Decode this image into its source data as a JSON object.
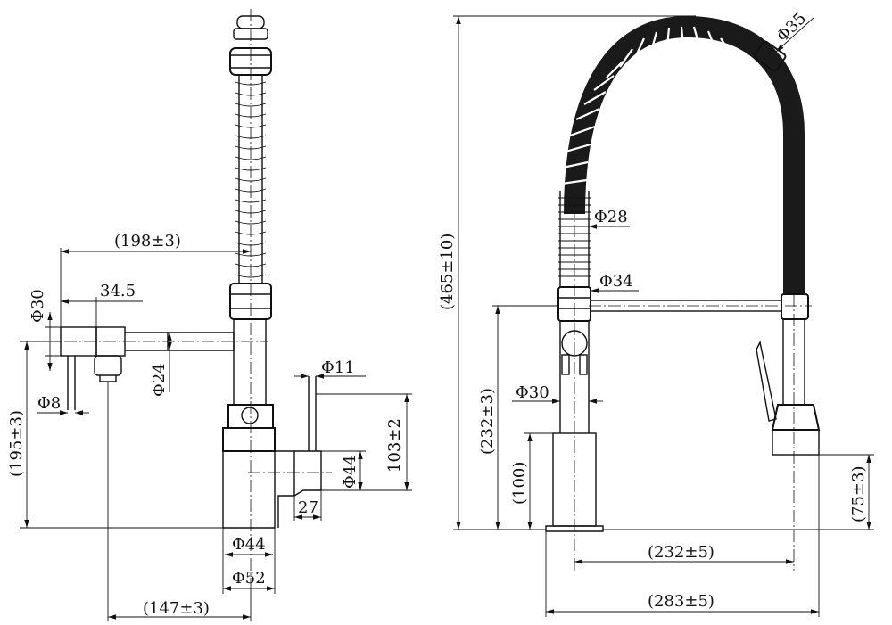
{
  "left_view": {
    "dims": {
      "d198": "(198±3)",
      "d34_5": "34.5",
      "phi30": "Φ30",
      "phi24": "Φ24",
      "phi8": "Φ8",
      "d195": "(195±3)",
      "phi11": "Φ11",
      "d103": "103±2",
      "phi44_side": "Φ44",
      "d27": "27",
      "phi44_base": "Φ44",
      "phi52": "Φ52",
      "d147": "(147±3)"
    }
  },
  "right_view": {
    "dims": {
      "phi35": "Φ35",
      "phi28": "Φ28",
      "phi34": "Φ34",
      "d465": "(465±10)",
      "d232_v": "(232±3)",
      "phi30": "Φ30",
      "d100": "(100)",
      "d75": "(75±3)",
      "d232_h": "(232±5)",
      "d283": "(283±5)"
    }
  }
}
